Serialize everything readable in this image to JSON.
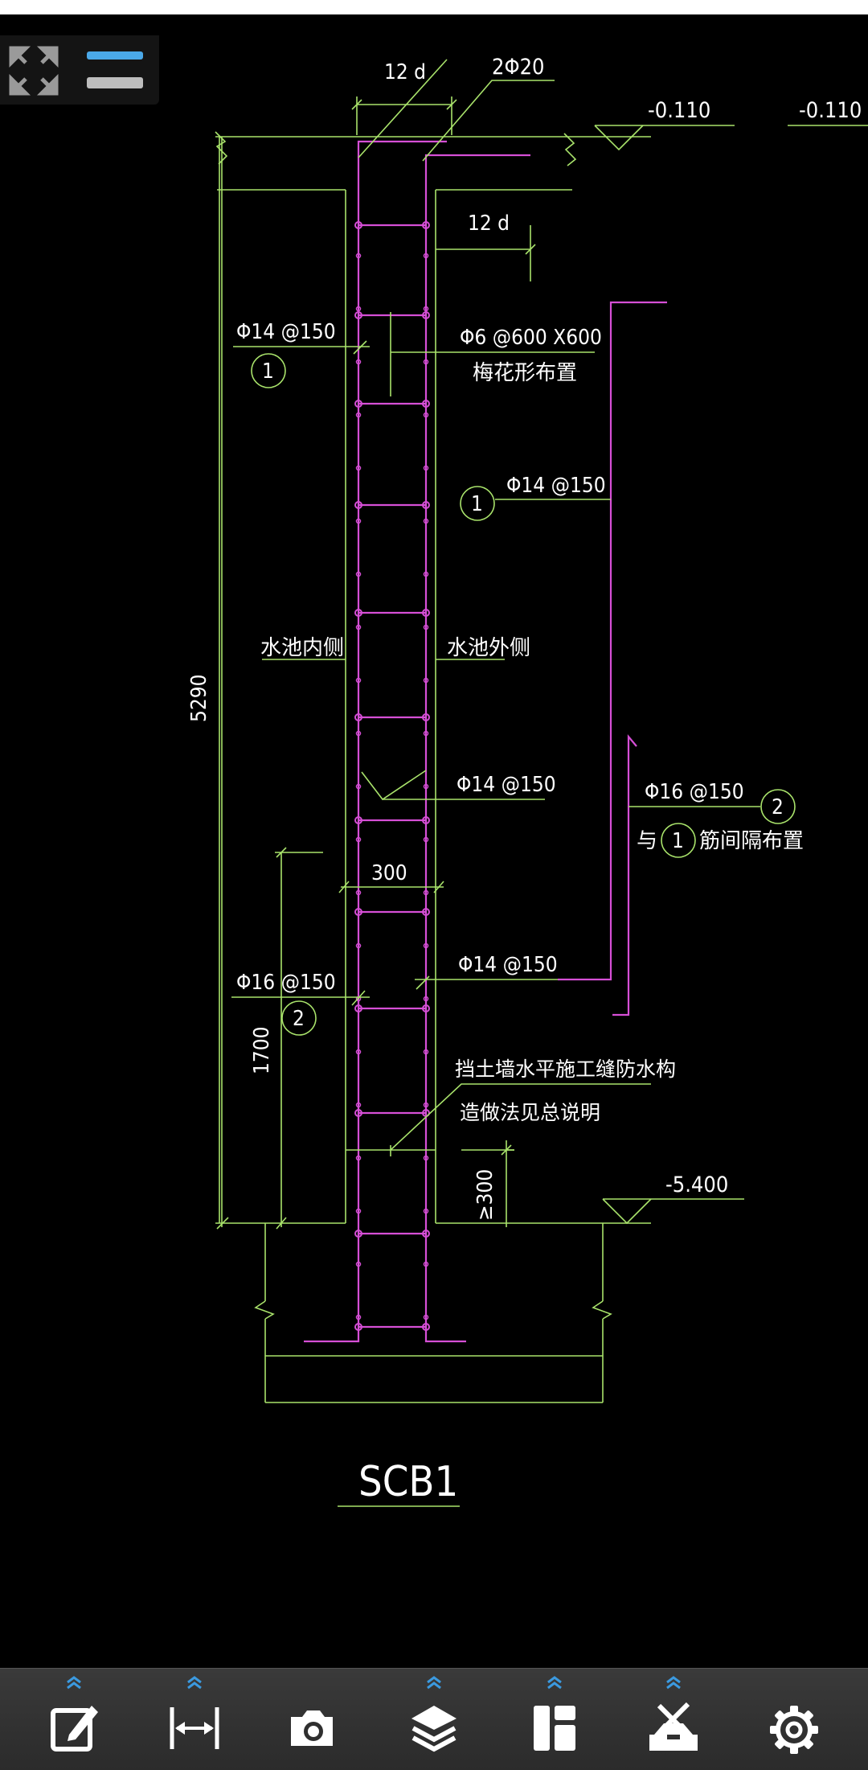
{
  "drawing": {
    "title": "SCB1",
    "labels": {
      "dim_12d_top": "12 d",
      "bar_2phi20": "2Φ20",
      "elev_top_1": "-0.110",
      "elev_top_2": "-0.110",
      "dim_12d_mid": "12 d",
      "bar_left_1": "Φ14 @150",
      "circle_1_left": "1",
      "tie_bars": "Φ6 @600 X600",
      "tie_note": "梅花形布置",
      "bar_right_1": "Φ14 @150",
      "circle_1_right": "1",
      "dim_5290": "5290",
      "inner_side": "水池内侧",
      "outer_side": "水池外侧",
      "bar_mid_1": "Φ14 @150",
      "bar_right_2": "Φ16 @150",
      "circle_2_right": "2",
      "alt_pre": "与",
      "circle_1_alt": "1",
      "alt_post": "筋间隔布置",
      "dim_300": "300",
      "bar_mid_2": "Φ14 @150",
      "bar_left_2": "Φ16 @150",
      "circle_2_left": "2",
      "dim_1700": "1700",
      "note_line1": "挡土墙水平施工缝防水构",
      "note_line2": "造做法见总说明",
      "dim_ge300": "≥300",
      "elev_bottom": "-5.400"
    }
  },
  "overlay": {
    "fullscreen_icon": "fullscreen-expand-icon",
    "layers_icon": "layer-bars-icon"
  },
  "toolbar": {
    "items": [
      {
        "name": "annotate",
        "icon": "edit-pencil-icon",
        "has_menu": true
      },
      {
        "name": "measure",
        "icon": "measure-distance-icon",
        "has_menu": true
      },
      {
        "name": "screenshot",
        "icon": "camera-icon",
        "has_menu": false
      },
      {
        "name": "layers",
        "icon": "layers-icon",
        "has_menu": true
      },
      {
        "name": "layout",
        "icon": "layout-icon",
        "has_menu": true
      },
      {
        "name": "tools",
        "icon": "tools-icon",
        "has_menu": true
      },
      {
        "name": "settings",
        "icon": "gear-icon",
        "has_menu": false
      }
    ]
  },
  "colors": {
    "background": "#000000",
    "rebar": "#d64fd6",
    "outline": "#a9e36b",
    "text": "#ffffff",
    "toolbar_bg": "#2f2f2f",
    "accent": "#4aa8e8"
  }
}
